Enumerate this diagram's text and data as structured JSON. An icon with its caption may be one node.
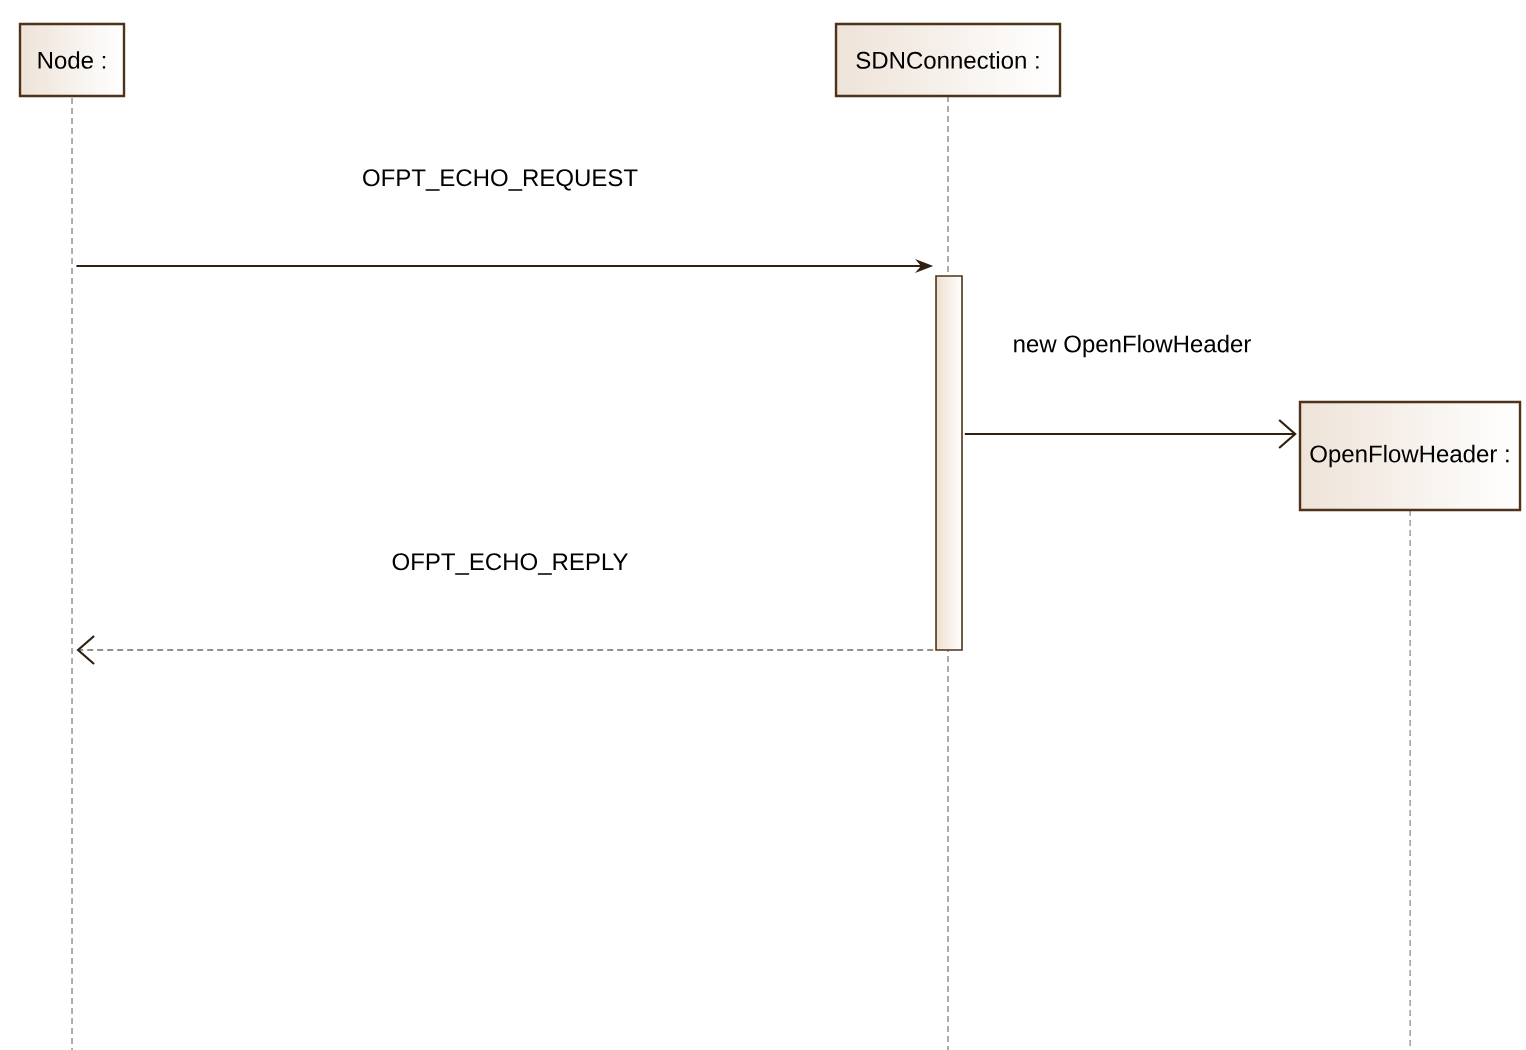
{
  "diagram": {
    "nodes": [
      {
        "text": [
          "Node :"
        ]
      },
      {
        "text": [
          "SDNConnection :"
        ]
      },
      {
        "text": [
          "OpenFlowHeader :"
        ]
      },
      {
        "text": [],
        "shape": "line"
      },
      {
        "text": [],
        "shape": "bar"
      }
    ],
    "edges": [
      {
        "from": 3,
        "to": 4,
        "arrow": "to",
        "label": "OFPT_ECHO_REQUEST"
      },
      {
        "from": 4,
        "to": 2,
        "arrow": "to",
        "label": "new OpenFlowHeader"
      },
      {
        "from": 4,
        "to": 3,
        "arrow": "to",
        "label": "OFPT_ECHO_REPLY",
        "style": "dashed"
      }
    ]
  }
}
